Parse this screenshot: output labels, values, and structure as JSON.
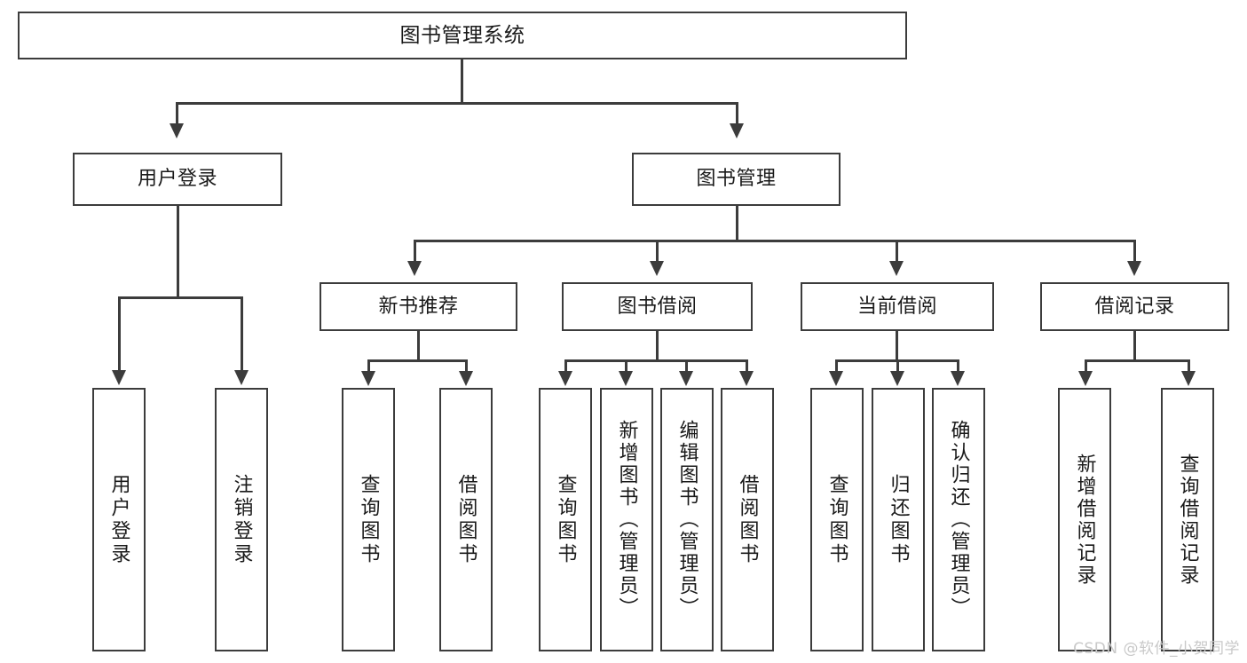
{
  "diagram": {
    "title": "图书管理系统",
    "type": "hierarchy-tree",
    "root": {
      "label": "图书管理系统"
    },
    "level2": [
      {
        "label": "用户登录"
      },
      {
        "label": "图书管理"
      }
    ],
    "level3": [
      {
        "label": "新书推荐"
      },
      {
        "label": "图书借阅"
      },
      {
        "label": "当前借阅"
      },
      {
        "label": "借阅记录"
      }
    ],
    "leaves": {
      "user_login": [
        {
          "label": "用户登录"
        },
        {
          "label": "注销登录"
        }
      ],
      "new_book_recommend": [
        {
          "label": "查询图书"
        },
        {
          "label": "借阅图书"
        }
      ],
      "book_borrow": [
        {
          "label": "查询图书"
        },
        {
          "label": "新增图书（管理员）"
        },
        {
          "label": "编辑图书（管理员）"
        },
        {
          "label": "借阅图书"
        }
      ],
      "current_borrow": [
        {
          "label": "查询图书"
        },
        {
          "label": "归还图书"
        },
        {
          "label": "确认归还（管理员）"
        }
      ],
      "borrow_record": [
        {
          "label": "新增借阅记录"
        },
        {
          "label": "查询借阅记录"
        }
      ]
    },
    "watermark": "CSDN @软件_小贺同学",
    "colors": {
      "stroke": "#3c3c3c",
      "background": "#ffffff",
      "text": "#1a1a1a",
      "watermark": "#c9c9c9"
    }
  }
}
